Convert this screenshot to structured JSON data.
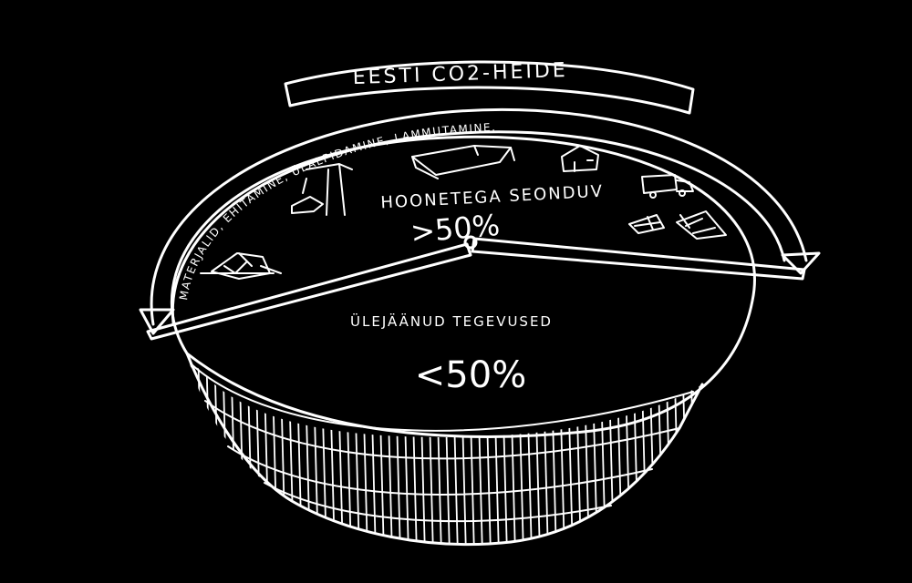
{
  "diagram": {
    "title": "EESTI CO2-HEIDE",
    "arc_label": "MATERJALID, EHITAMINE, ÜLALPIDAMINE, LAMMUTAMINE,",
    "upper_section": {
      "label": "HOONETEGA SEONDUV",
      "value": ">50%"
    },
    "lower_section": {
      "label": "ÜLEJÄÄNUD TEGEVUSED",
      "value": "<50%"
    },
    "icons": [
      "excavator-icon",
      "crane-icon",
      "building-materials-icon",
      "house-icon",
      "truck-icon",
      "demolition-icon",
      "rubble-icon"
    ],
    "colors": {
      "background": "#000000",
      "ink": "#ffffff"
    }
  }
}
